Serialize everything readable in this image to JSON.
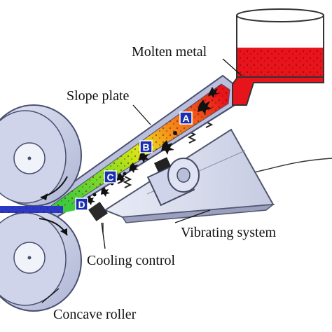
{
  "labels": {
    "molten_metal": "Molten metal",
    "slope_plate": "Slope plate",
    "vibrating_system": "Vibrating system",
    "cooling_control": "Cooling control",
    "concave_roller": "Concave roller"
  },
  "zones": [
    "A",
    "B",
    "C",
    "D"
  ],
  "colors": {
    "molten": "#e8141c",
    "orange": "#f39a1c",
    "yellow": "#e6e614",
    "green": "#52d23c",
    "roller": "#c7cde6",
    "roller_edge": "#4a5070",
    "plate": "#b9bfdc",
    "strip": "#2a3ac8",
    "zone_box": "#1a2fb0"
  },
  "icons": [
    "crucible-icon",
    "roller-icon",
    "spring-icon",
    "vibrator-motor-icon",
    "arrow-icon"
  ]
}
